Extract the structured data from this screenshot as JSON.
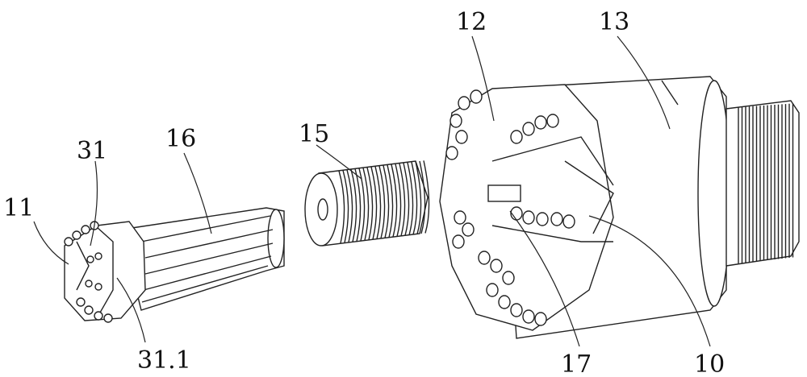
{
  "figure": {
    "labels": {
      "l11": "11",
      "l31": "31",
      "l16": "16",
      "l15": "15",
      "l12": "12",
      "l13": "13",
      "l10": "10",
      "l17": "17",
      "l31_1": "31.1"
    }
  }
}
